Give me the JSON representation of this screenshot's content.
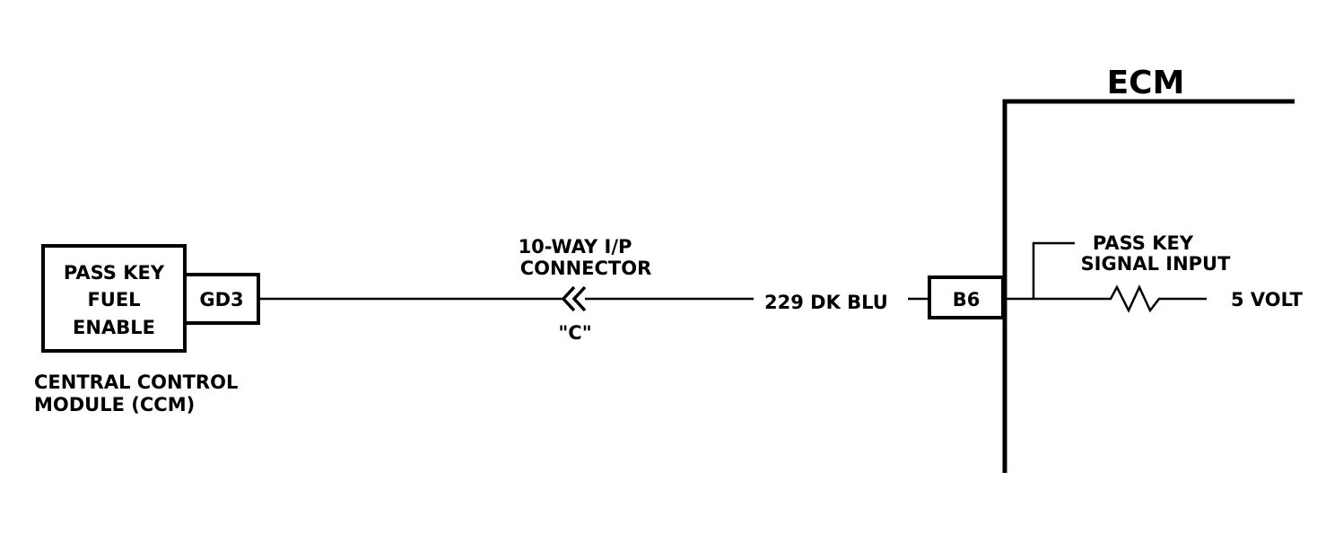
{
  "ccm": {
    "box_lines": [
      "PASS KEY",
      "FUEL",
      "ENABLE"
    ],
    "pin": "GD3",
    "name_lines": [
      "CENTRAL CONTROL",
      "MODULE (CCM)"
    ]
  },
  "connector": {
    "name_lines": [
      "10-WAY I/P",
      "CONNECTOR"
    ],
    "id": "\"C\""
  },
  "wire": {
    "label": "229 DK BLU"
  },
  "ecm": {
    "title": "ECM",
    "pin": "B6",
    "signal_lines": [
      "PASS KEY",
      "SIGNAL INPUT"
    ],
    "supply": "5 VOLT"
  },
  "colors": {
    "line": "#000000",
    "background": "#ffffff"
  }
}
